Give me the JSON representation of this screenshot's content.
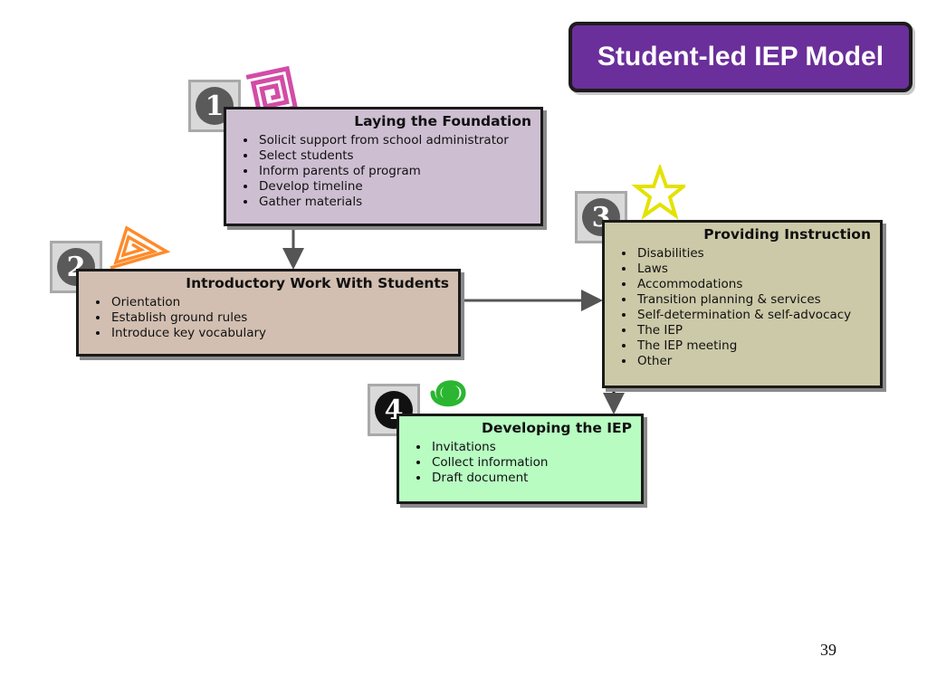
{
  "slide": {
    "title": "Student-led IEP Model",
    "page_number": "39"
  },
  "steps": [
    {
      "number": "1",
      "title": "Laying the Foundation",
      "color": "#cdbfd1",
      "items": [
        "Solicit support from school administrator",
        "Select students",
        "Inform parents of program",
        "Develop timeline",
        "Gather materials"
      ]
    },
    {
      "number": "2",
      "title": "Introductory Work With Students",
      "color": "#d2bfb1",
      "items": [
        "Orientation",
        "Establish ground rules",
        "Introduce key vocabulary"
      ]
    },
    {
      "number": "3",
      "title": "Providing Instruction",
      "color": "#ccc9a8",
      "items": [
        "Disabilities",
        "Laws",
        "Accommodations",
        "Transition planning & services",
        "Self-determination & self-advocacy",
        "The IEP",
        "The IEP meeting",
        "Other"
      ]
    },
    {
      "number": "4",
      "title": "Developing the IEP",
      "color": "#b8fcc2",
      "items": [
        "Invitations",
        "Collect information",
        "Draft document"
      ]
    }
  ],
  "decorations": {
    "step1": "pink-square-spiral-icon",
    "step2": "orange-triangle-spiral-icon",
    "step3": "yellow-star-icon",
    "step4": "green-spiral-icon"
  }
}
